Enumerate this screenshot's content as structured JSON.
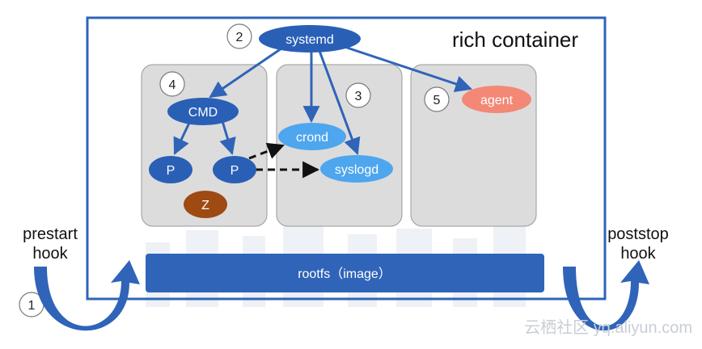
{
  "container": {
    "title": "rich container"
  },
  "nodes": {
    "systemd": "systemd",
    "cmd": "CMD",
    "p_left": "P",
    "p_right": "P",
    "zombie": "Z",
    "crond": "crond",
    "syslogd": "syslogd",
    "agent": "agent"
  },
  "steps": {
    "one": "1",
    "two": "2",
    "three": "3",
    "four": "4",
    "five": "5"
  },
  "rootfs": {
    "label": "rootfs（image）"
  },
  "hooks": {
    "prestart_line1": "prestart",
    "prestart_line2": "hook",
    "poststop_line1": "poststop",
    "poststop_line2": "hook"
  },
  "watermark": "云栖社区 yq.aliyun.com",
  "colors": {
    "frame": "#2f64b8",
    "node_dark": "#2a5fb6",
    "node_light": "#4da6ee",
    "agent": "#f38876",
    "zombie": "#9e4a12",
    "panel": "#dcdcdc",
    "rootfs": "#2f64b8",
    "hook_arrow": "#2f64b8"
  }
}
